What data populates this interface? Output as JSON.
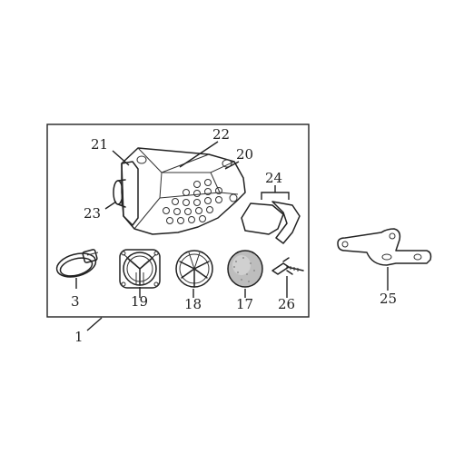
{
  "diagram": {
    "callouts": {
      "assembly": "1",
      "clamp": "3",
      "grille_inner": "18",
      "grille_outer": "19",
      "filter_element": "17",
      "case_body": "20",
      "case_cap": "21",
      "cover": "22",
      "inlet_hose": "23",
      "gasket_set": "24",
      "bracket": "25",
      "wing_bolt": "26"
    }
  }
}
